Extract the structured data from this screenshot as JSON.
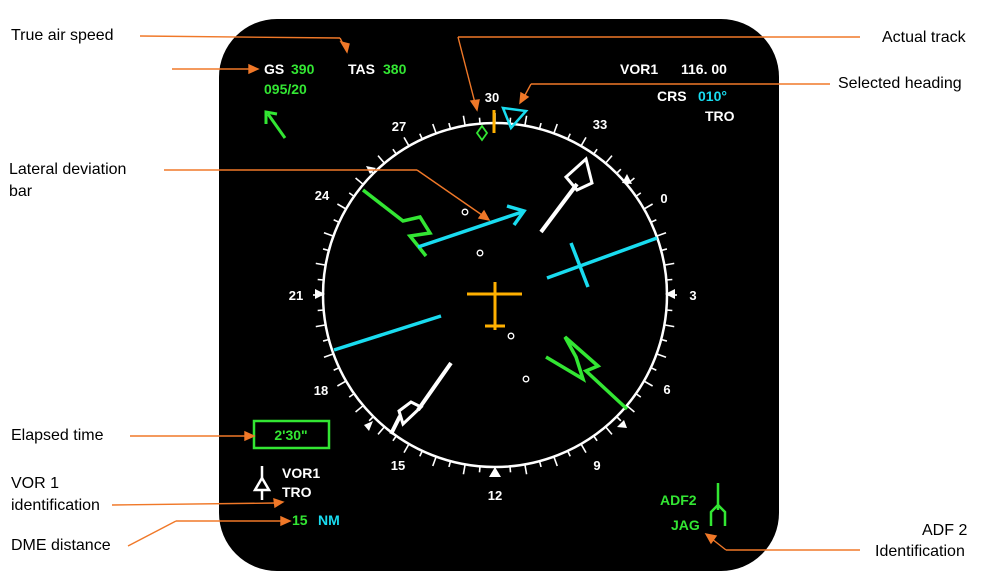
{
  "callouts": {
    "true_air_speed": "True air speed",
    "actual_track": "Actual track",
    "selected_heading": "Selected heading",
    "lateral_deviation_bar": [
      "Lateral deviation",
      "bar"
    ],
    "elapsed_time": "Elapsed time",
    "vor1_identification": [
      "VOR 1",
      "identification"
    ],
    "dme_distance": "DME distance",
    "adf2_identification": [
      "ADF 2",
      "Identification"
    ]
  },
  "display": {
    "gs_label": "GS",
    "gs_value": "390",
    "tas_label": "TAS",
    "tas_value": "380",
    "wind": "095/20",
    "vor1_header": "VOR1",
    "frequency": "116. 00",
    "crs_label": "CRS",
    "crs_value": "010°",
    "vor_ident_top": "TRO",
    "elapsed_time": "2'30\"",
    "vor1_label": "VOR1",
    "vor1_ident": "TRO",
    "dme_value": "15",
    "dme_unit": "NM",
    "adf2_label": "ADF2",
    "adf2_ident": "JAG"
  },
  "compass_labels": {
    "c30": "30",
    "c33": "33",
    "c0": "0",
    "c3": "3",
    "c6": "6",
    "c9": "9",
    "c12": "12",
    "c15": "15",
    "c18": "18",
    "c21": "21",
    "c24": "24",
    "c27": "27"
  },
  "colors": {
    "green": "#33e633",
    "cyan": "#19dcf0",
    "amber": "#ffb000",
    "white": "#ffffff",
    "callout_line": "#f07828"
  }
}
